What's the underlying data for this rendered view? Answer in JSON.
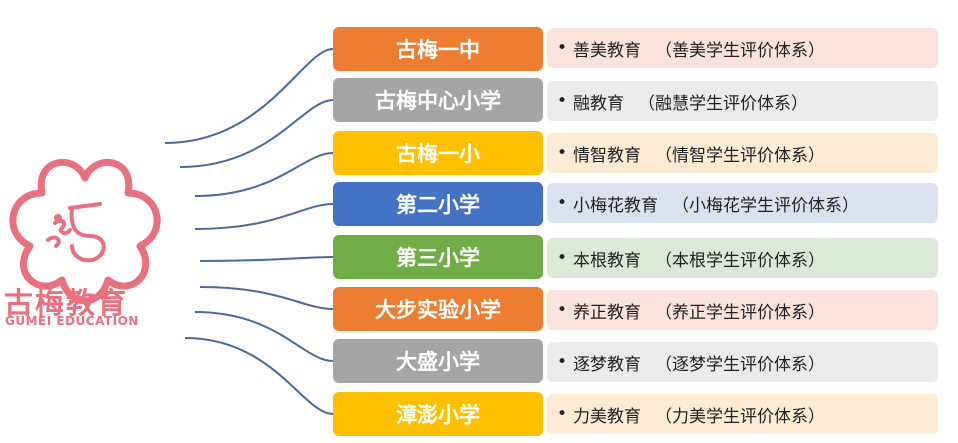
{
  "logo": {
    "title": "古梅教育",
    "subtitle": "GUMEI EDUCATION",
    "color": "#e8707f"
  },
  "rows": [
    {
      "school": "古梅一中",
      "bullet": "•",
      "education": "善美教育",
      "system": "（善美学生评价体系）",
      "school_color": "#ed7d31",
      "desc_color": "#fbe3dc"
    },
    {
      "school": "古梅中心小学",
      "bullet": "•",
      "education": "融教育",
      "system": "（融慧学生评价体系）",
      "school_color": "#a5a5a5",
      "desc_color": "#ebebeb"
    },
    {
      "school": "古梅一小",
      "bullet": "•",
      "education": "情智教育",
      "system": "（情智学生评价体系）",
      "school_color": "#ffc000",
      "desc_color": "#fdebd4"
    },
    {
      "school": "第二小学",
      "bullet": "•",
      "education": "小梅花教育",
      "system": "（小梅花学生评价体系）",
      "school_color": "#4472c4",
      "desc_color": "#dde1ef"
    },
    {
      "school": "第三小学",
      "bullet": "•",
      "education": "本根教育",
      "system": "（本根学生评价体系）",
      "school_color": "#70ad47",
      "desc_color": "#dde9d8"
    },
    {
      "school": "大步实验小学",
      "bullet": "•",
      "education": "养正教育",
      "system": "（养正学生评价体系）",
      "school_color": "#ed7d31",
      "desc_color": "#fbe3dc"
    },
    {
      "school": "大盛小学",
      "bullet": "•",
      "education": "逐梦教育",
      "system": "（逐梦学生评价体系）",
      "school_color": "#a5a5a5",
      "desc_color": "#ebebeb"
    },
    {
      "school": "漳澎小学",
      "bullet": "•",
      "education": "力美教育",
      "system": "（力美学生评价体系）",
      "school_color": "#ffc000",
      "desc_color": "#fdebd4"
    }
  ],
  "connector_color": "#4a6b96"
}
